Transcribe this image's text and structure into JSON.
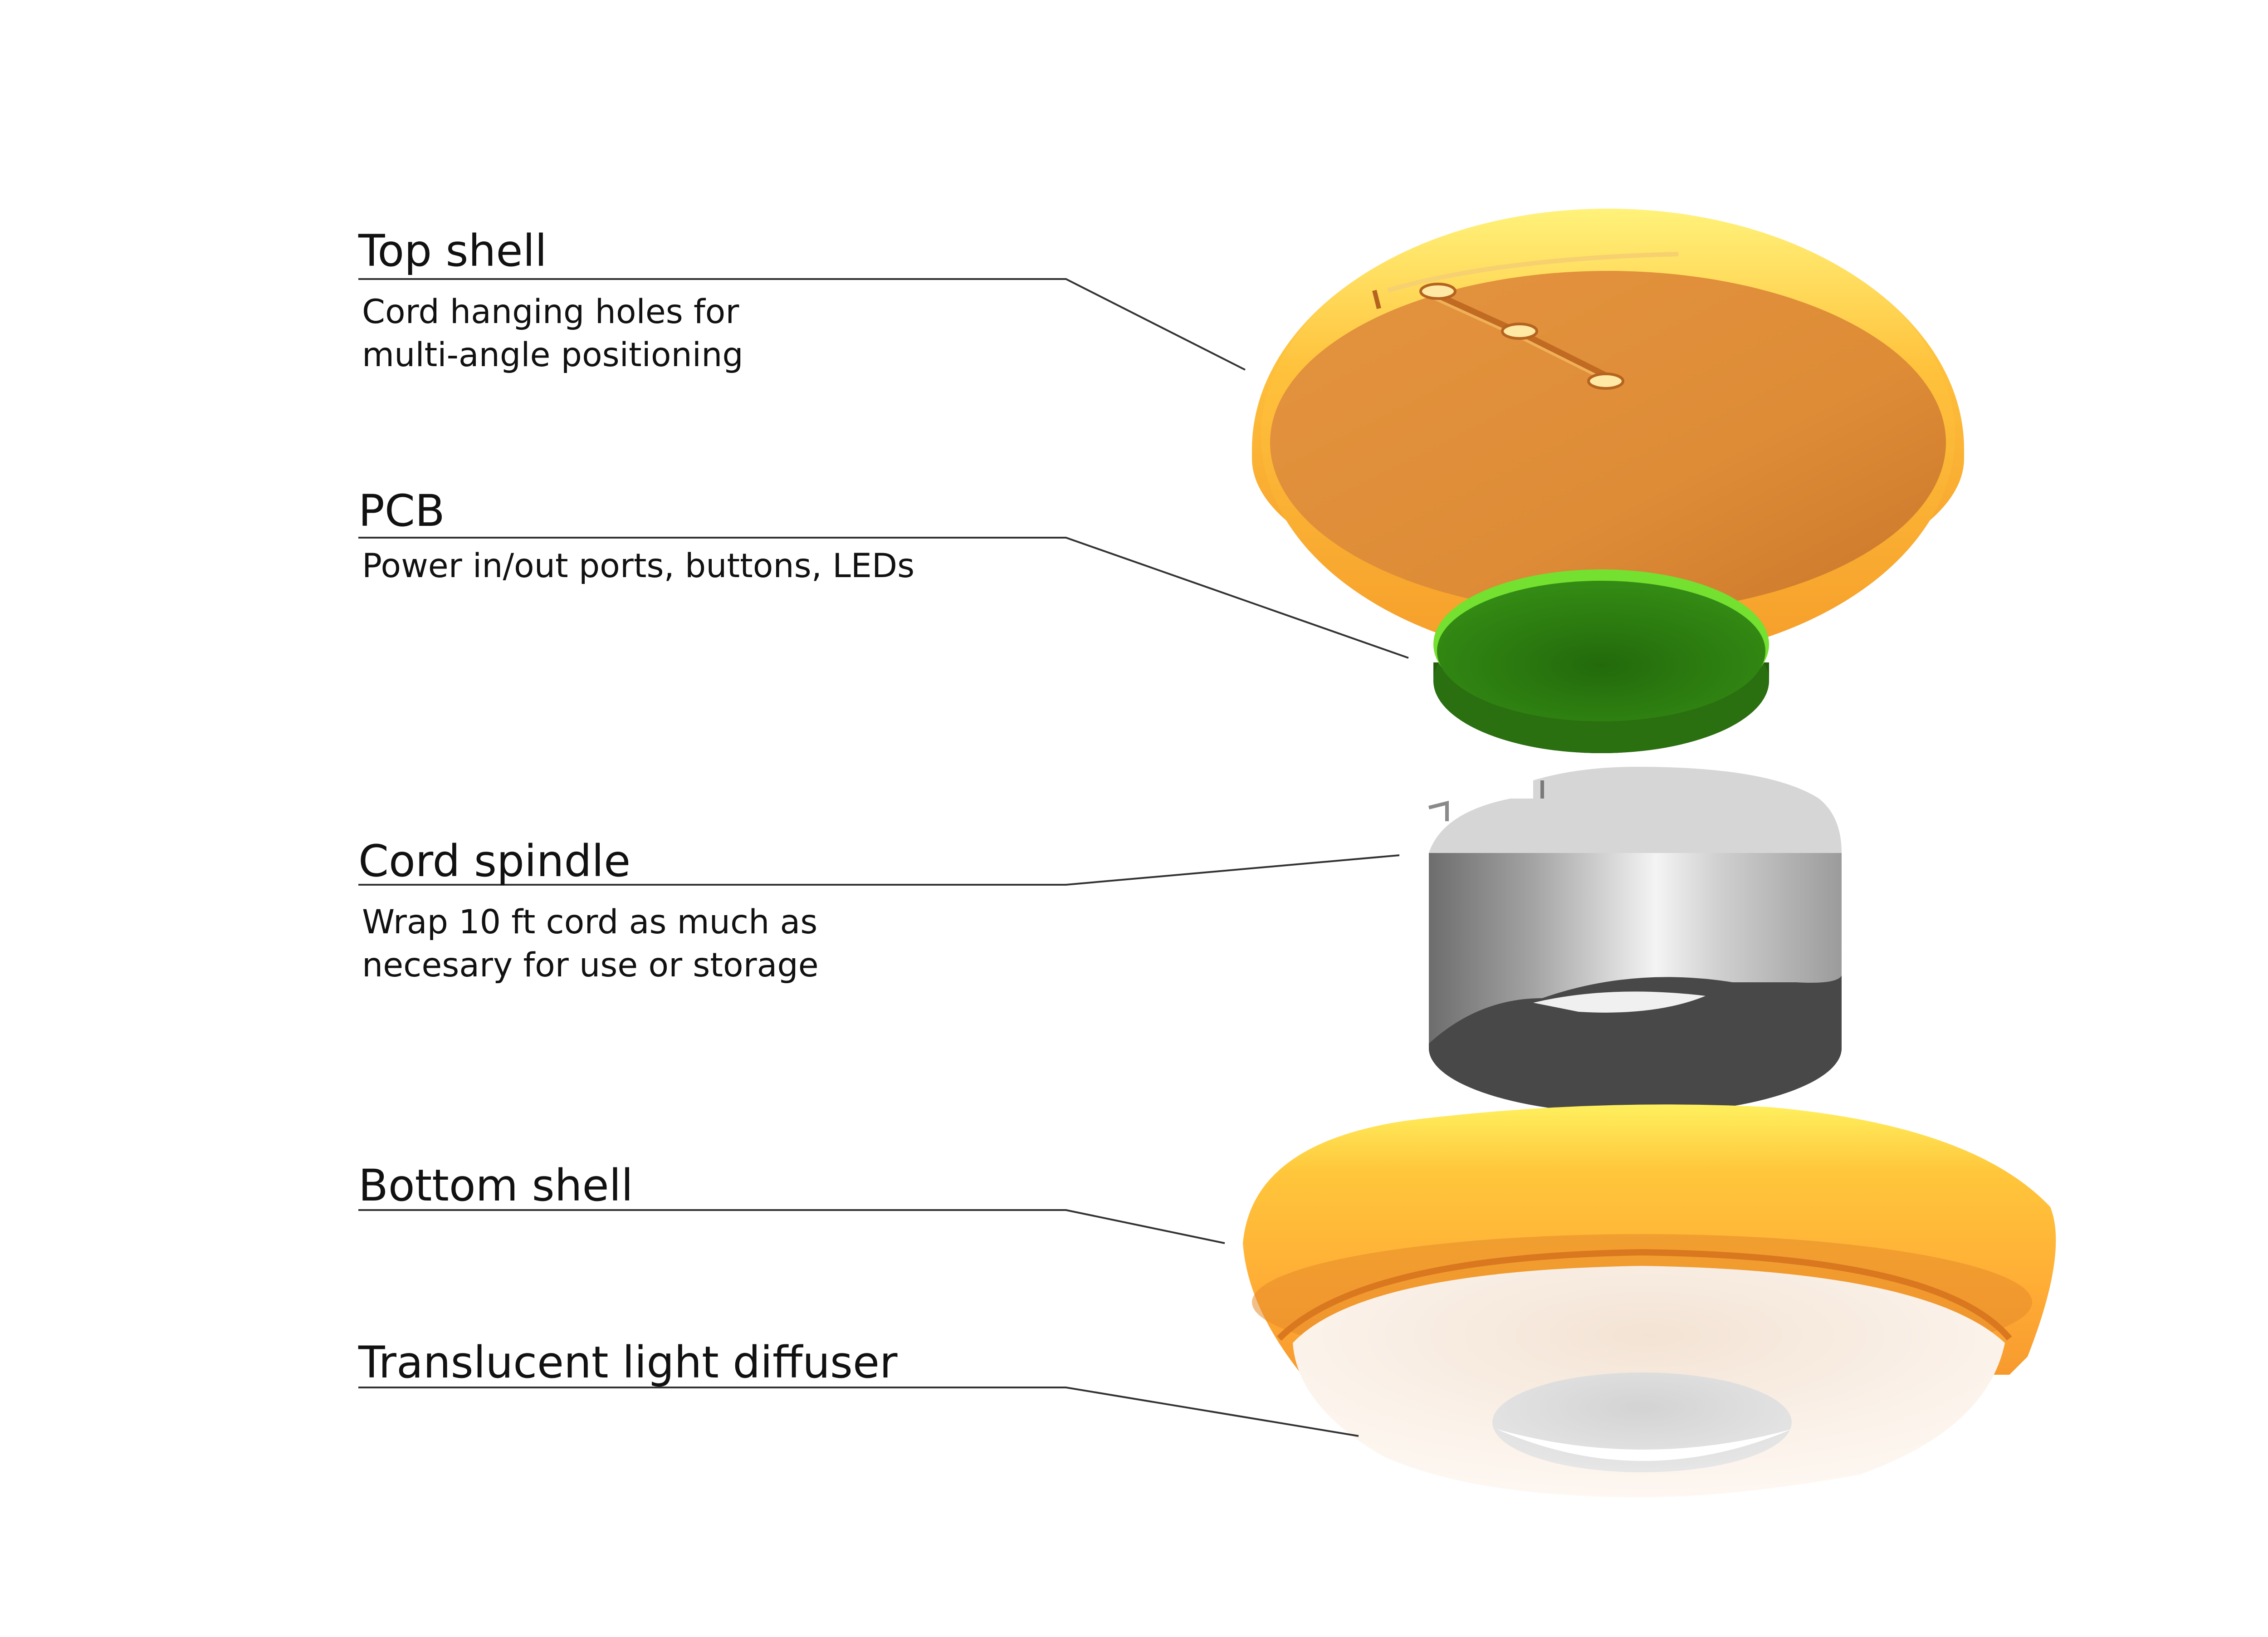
{
  "colors": {
    "top_shell": "#e08e3a",
    "top_shell_rim": "#ffd24a",
    "pcb": "#2f8a10",
    "pcb_edge": "#6fd82a",
    "spindle": "#c8c8c8",
    "spindle_inner": "#4a4a4a",
    "bottom_shell": "#ffb733",
    "diffuser": "#f8ece0",
    "leader_line": "#333333",
    "text": "#111111"
  },
  "callouts": [
    {
      "title": "Top shell",
      "lines": [
        "Cord hanging holes for",
        "multi-angle positioning"
      ]
    },
    {
      "title": "PCB",
      "lines": [
        "Power in/out ports, buttons, LEDs"
      ]
    },
    {
      "title": "Cord spindle",
      "lines": [
        "Wrap 10 ft cord as much as",
        "necesary for use or storage"
      ]
    },
    {
      "title": "Bottom shell",
      "lines": []
    },
    {
      "title": "Translucent light diffuser",
      "lines": []
    }
  ]
}
